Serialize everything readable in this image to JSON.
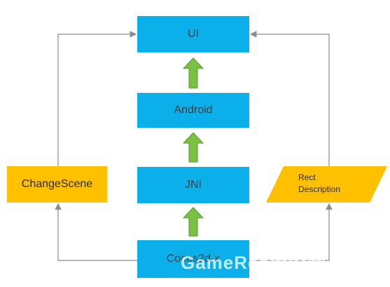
{
  "nodes": {
    "ui": "UI",
    "android": "Android",
    "jni": "JNI",
    "cocos": "Cocos2d-x",
    "change_scene": "ChangeScene",
    "rect_description_line1": "Rect",
    "rect_description_line2": "Description"
  },
  "watermark": "GameRes游资网",
  "colors": {
    "box_blue": "#0bb0ea",
    "box_orange": "#ffc000",
    "arrow_green": "#7ac143",
    "connector_gray": "#8c8c8c"
  }
}
